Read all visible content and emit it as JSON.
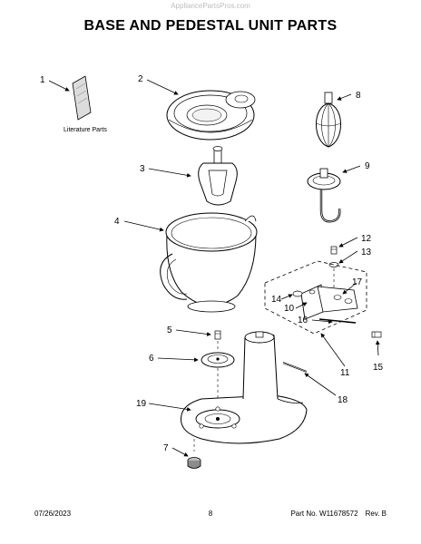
{
  "watermark": "AppliancePartsPros.com",
  "title": "BASE AND PEDESTAL UNIT PARTS",
  "literature_label": "Literature Parts",
  "callouts": {
    "c1": "1",
    "c2": "2",
    "c3": "3",
    "c4": "4",
    "c5": "5",
    "c6": "6",
    "c7": "7",
    "c8": "8",
    "c9": "9",
    "c10": "10",
    "c11": "11",
    "c12": "12",
    "c13": "13",
    "c14": "14",
    "c15": "15",
    "c16": "16",
    "c17": "17",
    "c18": "18",
    "c19": "19"
  },
  "footer": {
    "date": "07/26/2023",
    "page": "8",
    "part_no": "Part No. W11678572",
    "rev": "Rev. B"
  }
}
